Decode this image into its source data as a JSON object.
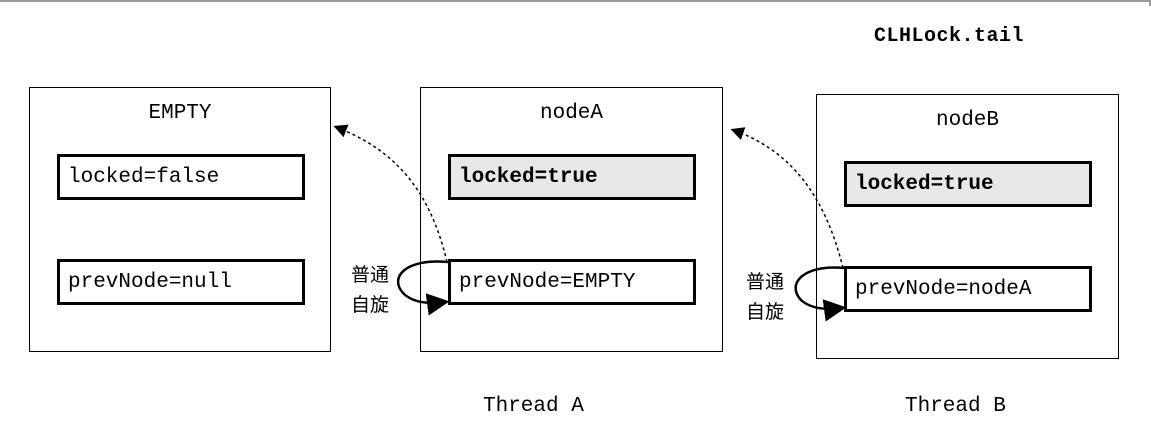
{
  "tail_label": "CLHLock.tail",
  "nodes": [
    {
      "title": "EMPTY",
      "locked": "locked=false",
      "prev": "prevNode=null"
    },
    {
      "title": "nodeA",
      "locked": "locked=true",
      "prev": "prevNode=EMPTY",
      "thread": "Thread A",
      "spin": [
        "普通",
        "自旋"
      ]
    },
    {
      "title": "nodeB",
      "locked": "locked=true",
      "prev": "prevNode=nodeA",
      "thread": "Thread B",
      "spin": [
        "普通",
        "自旋"
      ]
    }
  ]
}
